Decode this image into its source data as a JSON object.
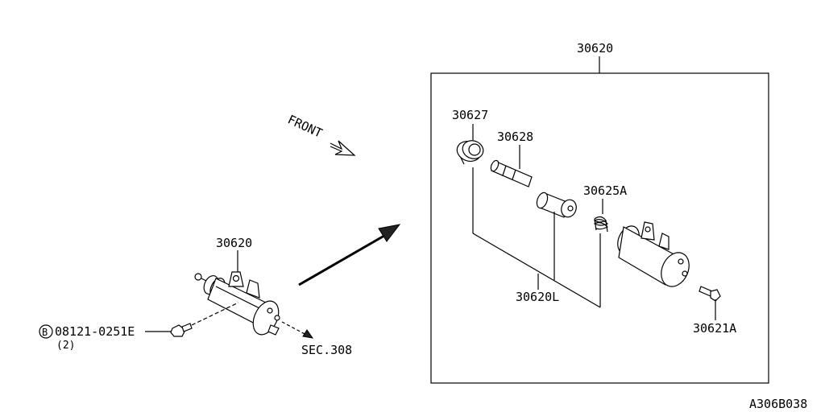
{
  "labels": {
    "main_assy": "30620",
    "assy_left": "30620",
    "bleeder_cap": "30627",
    "push_rod": "30628",
    "spring": "30625A",
    "kit": "30620L",
    "bolt": "30621A",
    "front": "FRONT",
    "sec": "SEC.308",
    "bolt_circle": "B",
    "bolt_part": "08121-0251E",
    "bolt_qty": "(2)",
    "diagram_id": "A306B038"
  }
}
